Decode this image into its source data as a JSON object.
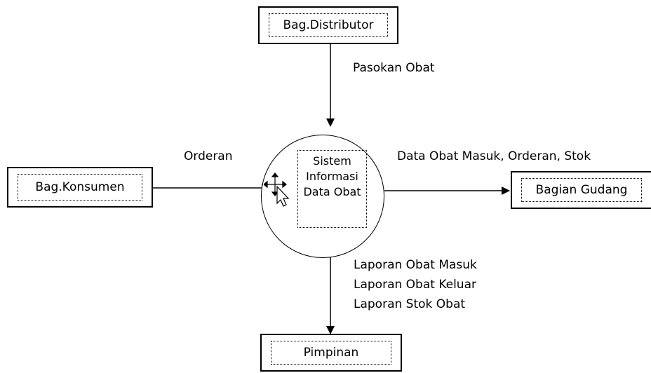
{
  "entities": {
    "distributor": "Bag.Distributor",
    "konsumen": "Bag.Konsumen",
    "gudang": "Bagian Gudang",
    "pimpinan": "Pimpinan"
  },
  "process": {
    "lines": [
      "Sistem",
      "Informasi",
      "Data Obat"
    ]
  },
  "flows": {
    "distributor_to_process": "Pasokan Obat",
    "konsumen_to_process": "Orderan",
    "process_to_gudang": "Data Obat Masuk, Orderan, Stok",
    "process_to_pimpinan": [
      "Laporan Obat Masuk",
      "Laporan Obat Keluar",
      "Laporan Stok Obat"
    ]
  }
}
